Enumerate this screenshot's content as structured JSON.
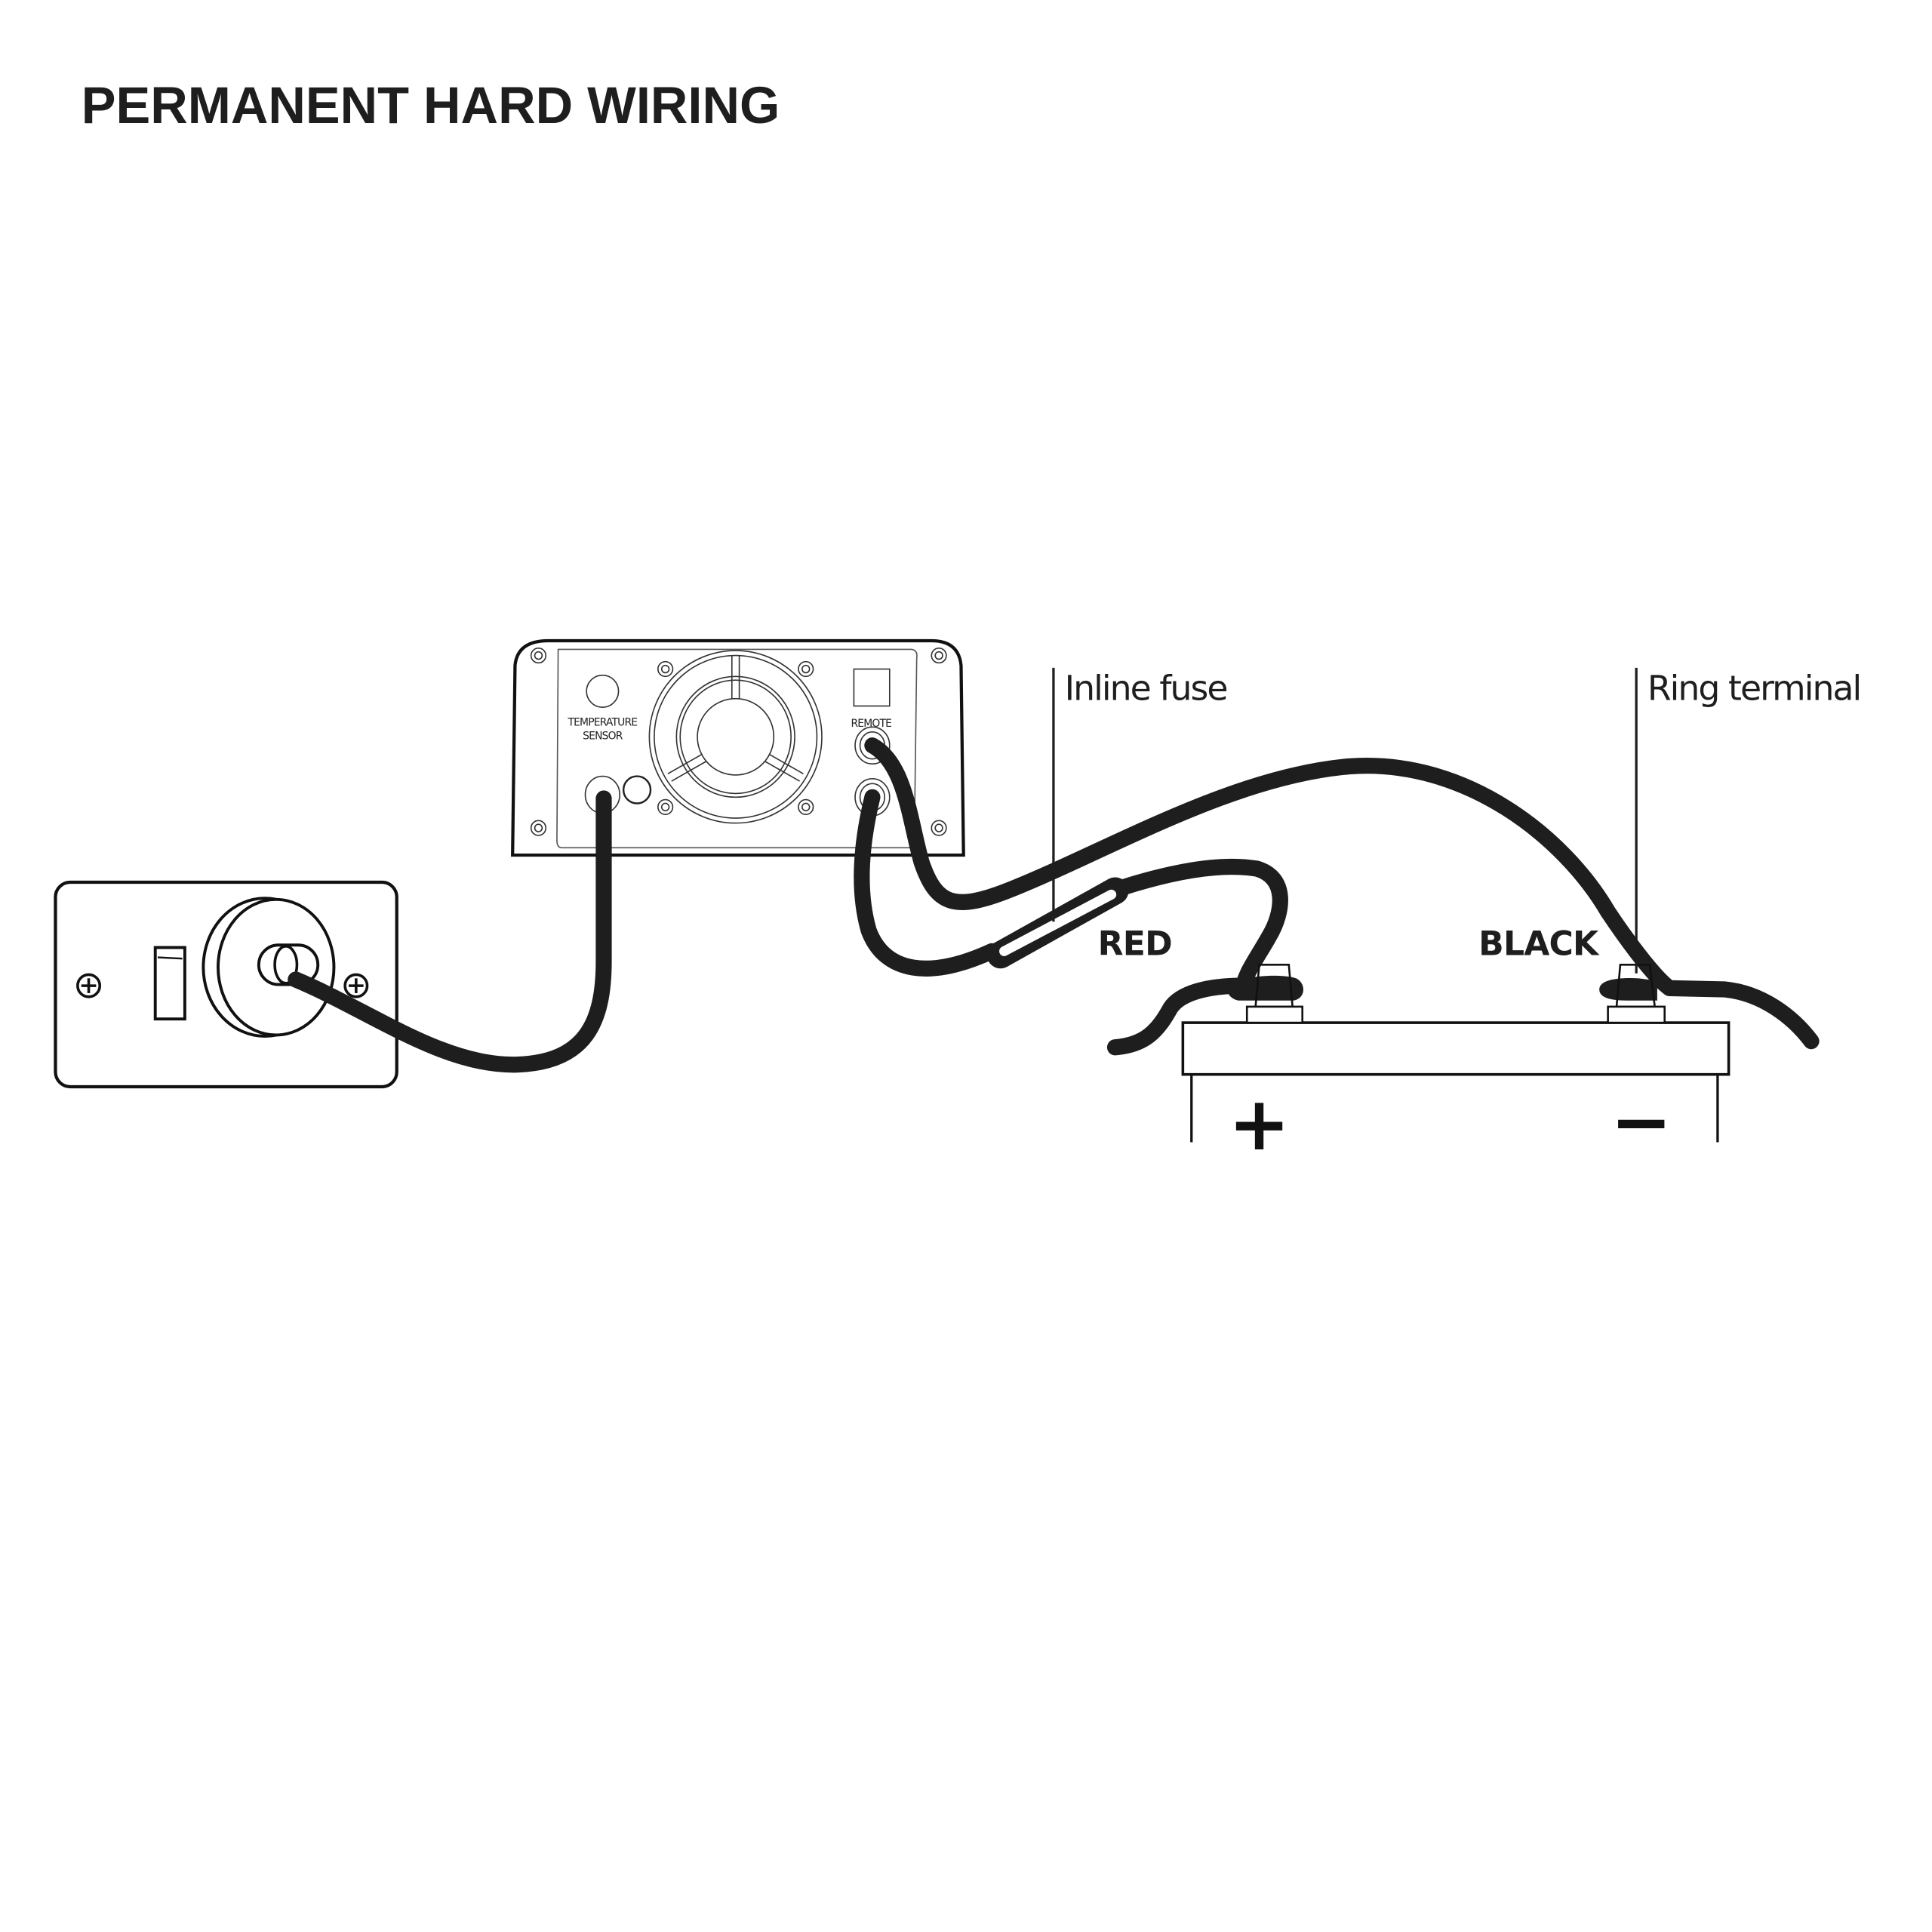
{
  "title": "PERMANENT HARD WIRING",
  "inverter": {
    "temperature_label_line1": "TEMPERATURE",
    "temperature_label_line2": "SENSOR",
    "remote_label": "REMOTE"
  },
  "callouts": {
    "inline_fuse": "Inline fuse",
    "ring_terminal": "Ring terminal"
  },
  "wire_labels": {
    "red": "RED",
    "black": "BLACK"
  },
  "battery": {
    "positive_symbol": "+",
    "negative_symbol": "−"
  },
  "colors": {
    "ink": "#1e1e1e",
    "background": "#ffffff"
  }
}
